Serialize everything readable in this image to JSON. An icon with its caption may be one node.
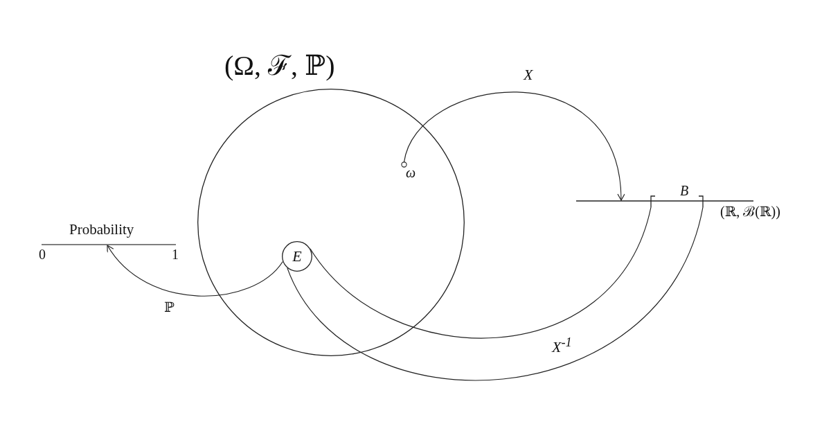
{
  "diagram": {
    "nodes": [
      {
        "text": [
          "(Ω, ℱ, ℙ)"
        ]
      },
      {
        "text": [
          "ω"
        ],
        "in": 0
      },
      {
        "text": [
          "E"
        ],
        "in": 0
      },
      {
        "text": [],
        "shape": "line",
        "beside": [
          "(ℝ, ℬ(ℝ))"
        ]
      },
      {
        "text": [
          "B"
        ]
      },
      {
        "text": [
          "Probability"
        ],
        "beside": [
          "0",
          "1"
        ]
      }
    ],
    "edges": [
      {
        "from": 1,
        "to": 3,
        "arrow": "to",
        "label": "X"
      },
      {
        "from": 2,
        "to": 5,
        "arrow": "to",
        "label": "ℙ"
      },
      {
        "from": 4,
        "to": 2,
        "arrow": "none"
      },
      {
        "from": 4,
        "to": 2,
        "arrow": "none",
        "label": "X$^{-1}$"
      }
    ]
  }
}
